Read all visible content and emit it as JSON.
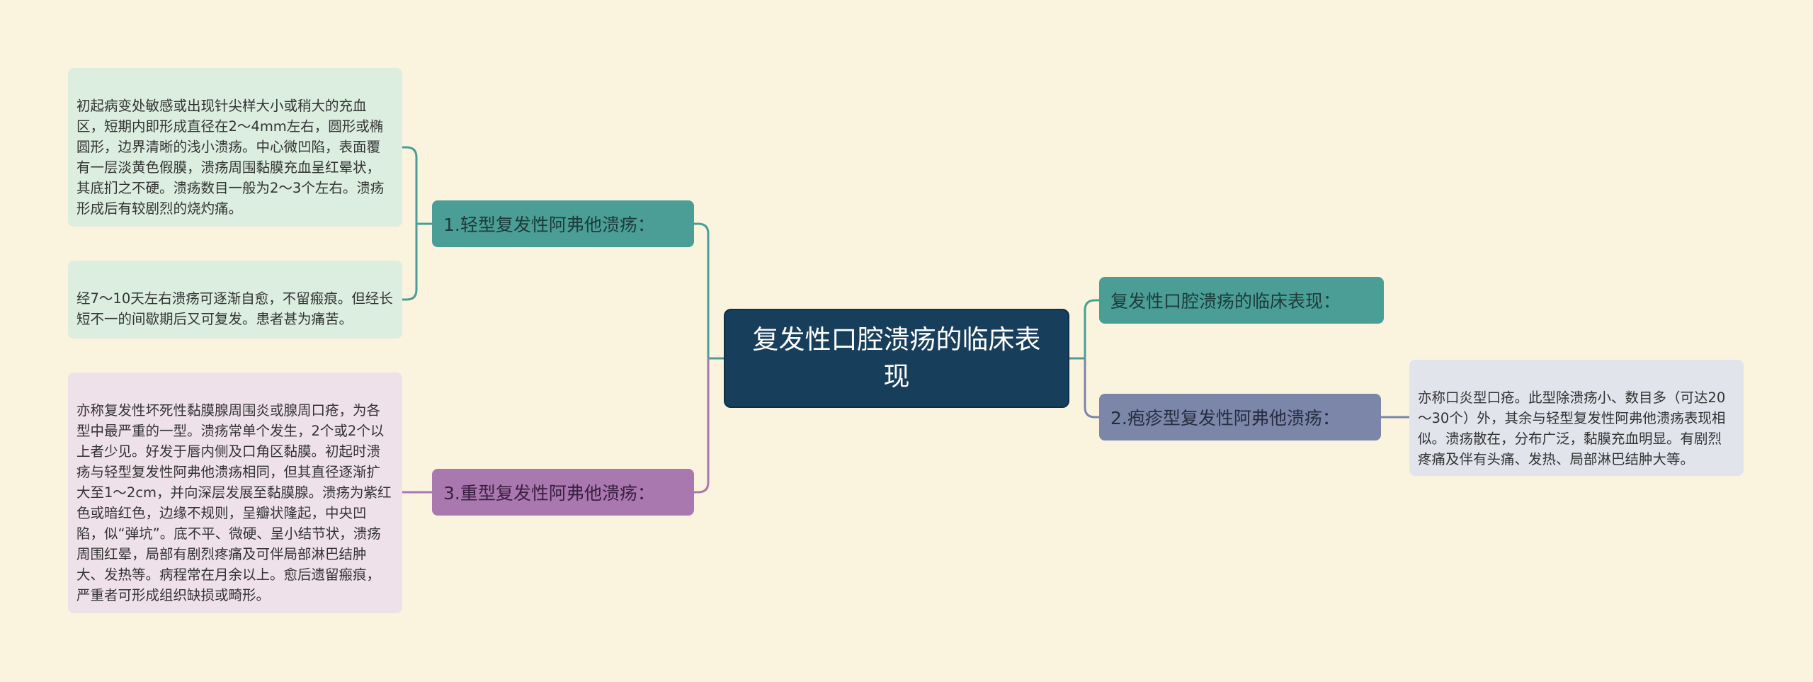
{
  "mindmap": {
    "root": {
      "label": "复发性口腔溃疡的临床表现"
    },
    "left_branches": [
      {
        "label": "1.轻型复发性阿弗他溃疡：",
        "children": [
          "初起病变处敏感或出现针尖样大小或稍大的充血区，短期内即形成直径在2～4mm左右，圆形或椭圆形，边界清晰的浅小溃疡。中心微凹陷，表面覆有一层淡黄色假膜，溃疡周围黏膜充血呈红晕状，其底扪之不硬。溃疡数目一般为2～3个左右。溃疡形成后有较剧烈的烧灼痛。",
          "经7～10天左右溃疡可逐渐自愈，不留瘢痕。但经长短不一的间歇期后又可复发。患者甚为痛苦。"
        ]
      },
      {
        "label": "3.重型复发性阿弗他溃疡：",
        "children": [
          "亦称复发性坏死性黏膜腺周围炎或腺周口疮，为各型中最严重的一型。溃疡常单个发生，2个或2个以上者少见。好发于唇内侧及口角区黏膜。初起时溃疡与轻型复发性阿弗他溃疡相同，但其直径逐渐扩大至1～2cm，并向深层发展至黏膜腺。溃疡为紫红色或暗红色，边缘不规则，呈瓣状隆起，中央凹陷，似“弹坑”。底不平、微硬、呈小结节状，溃疡周围红晕，局部有剧烈疼痛及可伴局部淋巴结肿大、发热等。病程常在月余以上。愈后遗留瘢痕，严重者可形成组织缺损或畸形。"
        ]
      }
    ],
    "right_branches": [
      {
        "label": "复发性口腔溃疡的临床表现："
      },
      {
        "label": "2.疱疹型复发性阿弗他溃疡：",
        "children": [
          "亦称口炎型口疮。此型除溃疡小、数目多（可达20～30个）外，其余与轻型复发性阿弗他溃疡表现相似。溃疡散在，分布广泛，黏膜充血明显。有剧烈疼痛及伴有头痛、发热、局部淋巴结肿大等。"
        ]
      }
    ]
  },
  "colors": {
    "background": "#faf4de",
    "root": "#173e5b",
    "teal": "#4a9e96",
    "purple": "#a978ae",
    "slate": "#7b86a8"
  }
}
